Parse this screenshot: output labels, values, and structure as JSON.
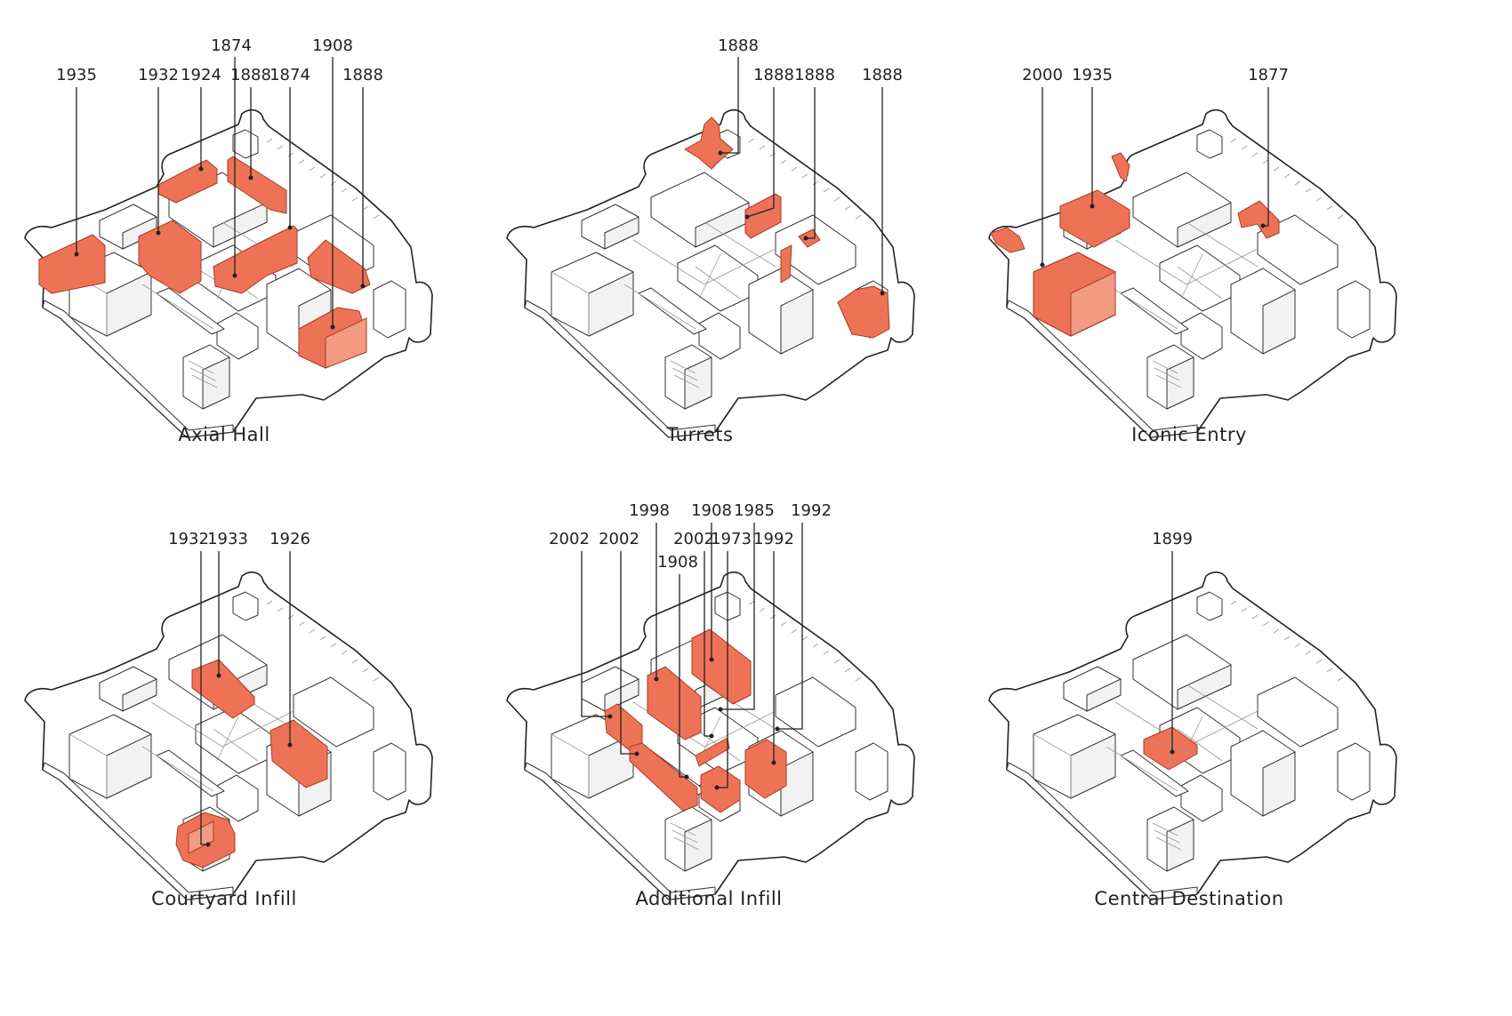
{
  "panels": [
    {
      "caption": "Axial Hall",
      "dates": [
        "1935",
        "1932",
        "1924",
        "1874",
        "1888",
        "1874",
        "1908",
        "1888"
      ]
    },
    {
      "caption": "Turrets",
      "dates": [
        "1888",
        "1888",
        "1888",
        "1888"
      ]
    },
    {
      "caption": "Iconic Entry",
      "dates": [
        "2000",
        "1935",
        "1877"
      ]
    },
    {
      "caption": "Courtyard Infill",
      "dates": [
        "1932",
        "1933",
        "1926"
      ]
    },
    {
      "caption": "Additional Infill",
      "dates": [
        "2002",
        "2002",
        "1998",
        "1908",
        "1908",
        "2002",
        "1973",
        "1985",
        "1992",
        "1992"
      ]
    },
    {
      "caption": "Central Destination",
      "dates": [
        "1899"
      ]
    }
  ],
  "colors": {
    "highlight": "#ee7356",
    "outline": "#222222"
  }
}
